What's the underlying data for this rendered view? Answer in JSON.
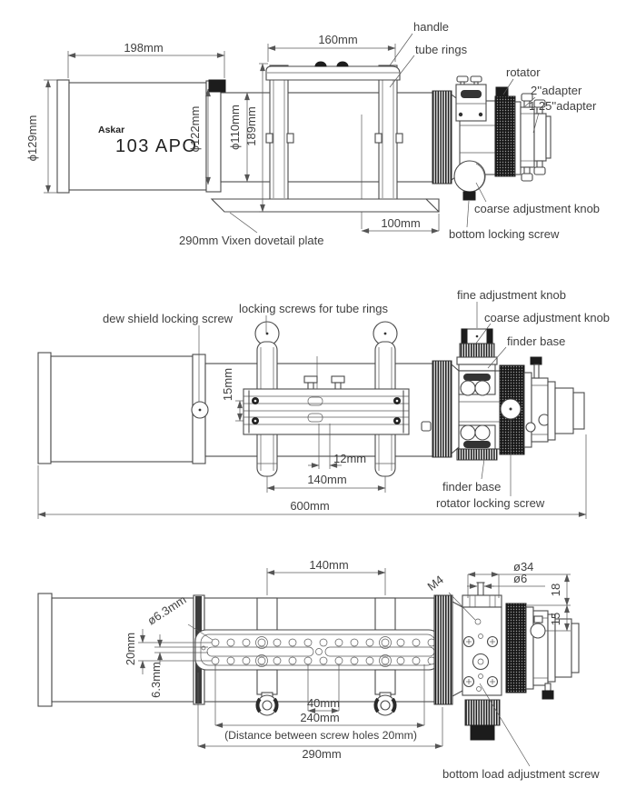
{
  "colors": {
    "line": "#4a4a4a",
    "text": "#3f3f3f",
    "dark_fill": "#1c1c1c",
    "background": "#ffffff"
  },
  "top": {
    "brand": "Askar",
    "model": "103 APO",
    "dim_198": "198mm",
    "dim_160": "160mm",
    "dim_189": "189mm",
    "dim_100": "100mm",
    "dia_129": "ϕ129mm",
    "dia_122": "ϕ122mm",
    "dia_110": "ϕ110mm",
    "handle": "handle",
    "tube_rings": "tube rings",
    "rotator": "rotator",
    "adapter_2": "2''adapter",
    "adapter_125": "1.25''adapter",
    "coarse_knob": "coarse adjustment knob",
    "bottom_locking_screw": "bottom locking screw",
    "dovetail_plate": "290mm Vixen dovetail plate"
  },
  "middle": {
    "dew_shield_screw": "dew shield locking screw",
    "ring_screws": "locking screws for tube rings",
    "fine_knob": "fine adjustment knob",
    "coarse_knob": "coarse adjustment knob",
    "finder_base_top": "finder base",
    "finder_base_bottom": "finder base",
    "rotator_lock": "rotator locking screw",
    "dim_15": "15mm",
    "dim_12": "12mm",
    "dim_140": "140mm",
    "dim_600": "600mm"
  },
  "bottom": {
    "dim_140": "140mm",
    "m4": "M4",
    "dia_34": "ø34",
    "dia_6": "ø6",
    "dim_18": "18",
    "dim_15": "15",
    "dia_63": "ø6.3mm",
    "dim_20": "20mm",
    "dim_63": "6.3mm",
    "dim_40": "40mm",
    "dim_240": "240mm",
    "note": "(Distance between screw holes 20mm)",
    "dim_290": "290mm",
    "bottom_load": "bottom load adjustment screw"
  }
}
